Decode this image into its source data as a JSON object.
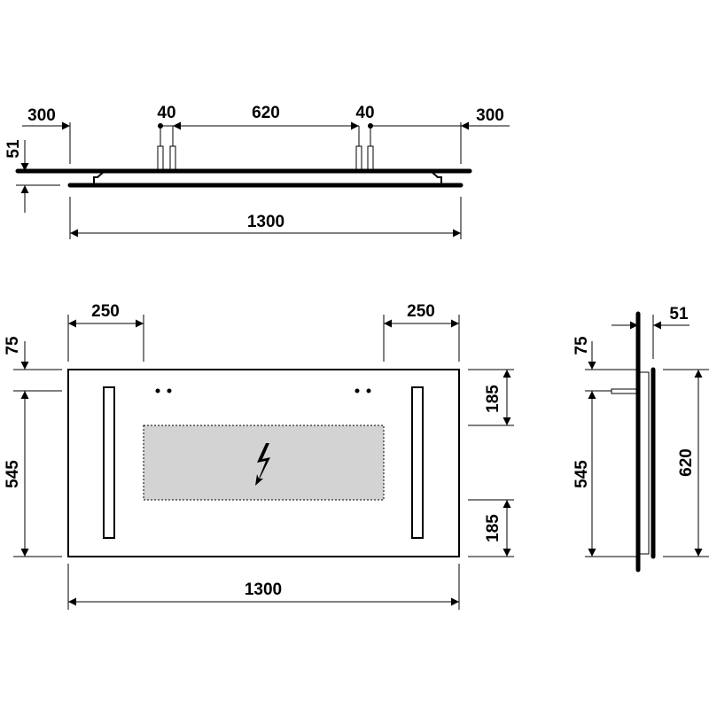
{
  "top_view": {
    "dim_left_offset": "300",
    "dim_anchor_left": "40",
    "dim_anchor_span": "620",
    "dim_anchor_right": "40",
    "dim_right_offset": "300",
    "dim_depth": "51",
    "dim_width": "1300"
  },
  "front_view": {
    "dim_left_inset": "250",
    "dim_right_inset": "250",
    "dim_top": "75",
    "dim_height": "545",
    "dim_top_box": "185",
    "dim_bottom_box": "185",
    "dim_width": "1300",
    "icon": "electrical-lightning-icon",
    "box_fill": "#d3d3d3"
  },
  "side_view": {
    "dim_depth": "51",
    "dim_top": "75",
    "dim_height": "545",
    "dim_total_height": "620"
  }
}
